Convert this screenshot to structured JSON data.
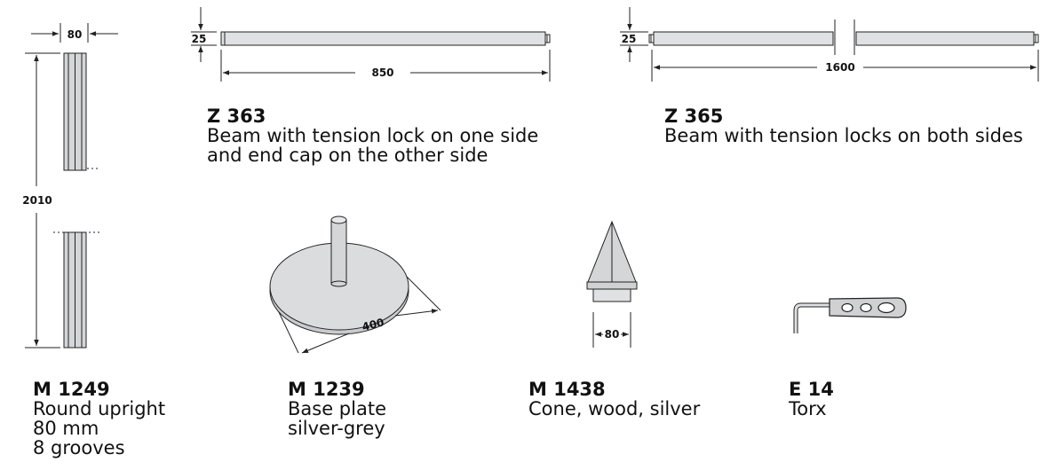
{
  "dimensions": {
    "upright_width": "80",
    "upright_height": "2010",
    "z363_height": "25",
    "z363_length": "850",
    "z365_height": "25",
    "z365_length": "1600",
    "base_diameter": "400",
    "cone_width": "80"
  },
  "products": {
    "m1249": {
      "code": "M 1249",
      "lines": [
        "Round upright",
        "80 mm",
        "8 grooves"
      ]
    },
    "m1239": {
      "code": "M 1239",
      "lines": [
        "Base plate",
        "silver-grey"
      ]
    },
    "m1438": {
      "code": "M 1438",
      "lines": [
        "Cone, wood, silver"
      ]
    },
    "e14": {
      "code": "E 14",
      "lines": [
        "Torx"
      ]
    },
    "z363": {
      "code": "Z 363",
      "lines": [
        "Beam with tension lock on one side",
        "and end cap on the other side"
      ]
    },
    "z365": {
      "code": "Z 365",
      "lines": [
        "Beam with tension locks on both sides"
      ]
    }
  },
  "colors": {
    "beam_fill": "#dfe1e3",
    "metal_fill": "#d4d6d8",
    "line": "#222222"
  }
}
